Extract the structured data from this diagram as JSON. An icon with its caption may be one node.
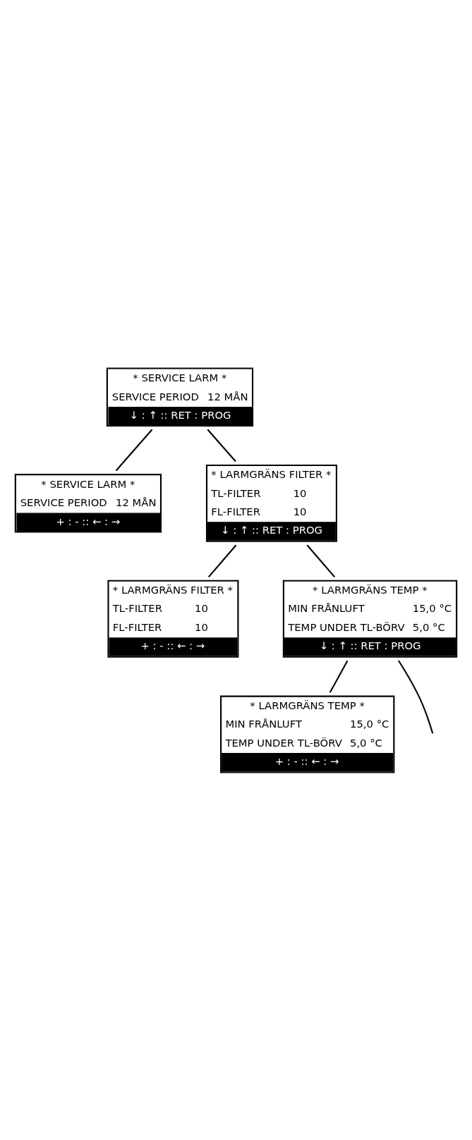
{
  "diagram": {
    "nodes": [
      {
        "text": [
          "* SERVICE LARM *",
          "SERVICE PERIOD",
          "12 MÅN",
          "↓ : ↑ :: RET : PROG"
        ]
      },
      {
        "text": [
          "* SERVICE LARM *",
          "SERVICE PERIOD",
          "12 MÅN",
          "+ : - :: ← : →"
        ]
      },
      {
        "text": [
          "* LARMGRÄNS FILTER *",
          "TL-FILTER",
          "10",
          "FL-FILTER",
          "10",
          "↓ : ↑ :: RET : PROG"
        ]
      },
      {
        "text": [
          "* LARMGRÄNS FILTER *",
          "TL-FILTER",
          "10",
          "FL-FILTER",
          "10",
          "+ : - :: ← : →"
        ]
      },
      {
        "text": [
          "* LARMGRÄNS TEMP *",
          "MIN FRÅNLUFT",
          "15,0 °C",
          "TEMP UNDER TL-BÖRV",
          "5,0 °C",
          "↓ : ↑ :: RET : PROG"
        ]
      },
      {
        "text": [
          "* LARMGRÄNS TEMP *",
          "MIN FRÅNLUFT",
          "15,0 °C",
          "TEMP UNDER TL-BÖRV",
          "5,0 °C",
          "+ : - :: ← : →"
        ]
      }
    ],
    "edges": [
      {
        "from": 0,
        "to": 2,
        "arrow": "none"
      },
      {
        "from": 0,
        "to": 1,
        "arrow": "none"
      },
      {
        "from": 2,
        "to": 4,
        "arrow": "none"
      },
      {
        "from": 2,
        "to": 3,
        "arrow": "none"
      },
      {
        "from": 4,
        "to": 5,
        "arrow": "none"
      },
      {
        "from": 4,
        "to": null,
        "arrow": "none"
      }
    ]
  }
}
